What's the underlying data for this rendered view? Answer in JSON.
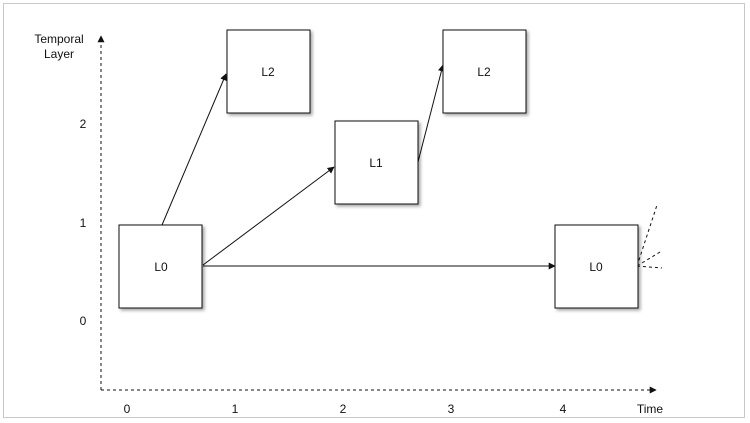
{
  "diagram": {
    "y_axis_title_line1": "Temporal",
    "y_axis_title_line2": "Layer",
    "x_axis_title": "Time",
    "y_ticks": [
      "2",
      "1",
      "0"
    ],
    "x_ticks": [
      "0",
      "1",
      "2",
      "3",
      "4"
    ],
    "nodes": [
      {
        "id": "n0",
        "label": "L0"
      },
      {
        "id": "n1",
        "label": "L2"
      },
      {
        "id": "n2",
        "label": "L1"
      },
      {
        "id": "n3",
        "label": "L2"
      },
      {
        "id": "n4",
        "label": "L0"
      }
    ],
    "edges": [
      {
        "from": "n0",
        "to": "n1"
      },
      {
        "from": "n0",
        "to": "n2"
      },
      {
        "from": "n0",
        "to": "n4"
      },
      {
        "from": "n2",
        "to": "n3"
      }
    ]
  }
}
